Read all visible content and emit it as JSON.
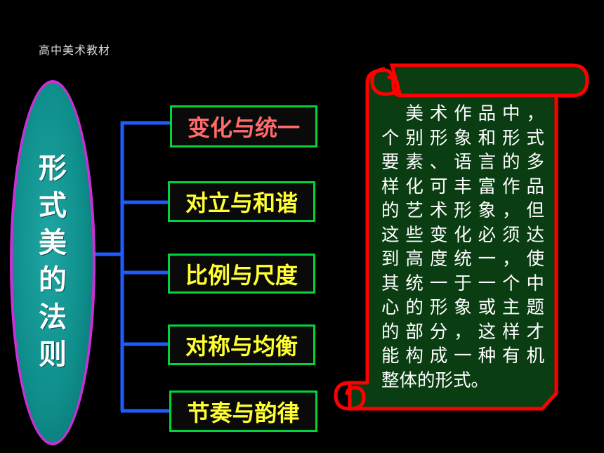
{
  "header": {
    "title": "高中美术教材"
  },
  "main_title": {
    "chars": [
      "形",
      "式",
      "美",
      "的",
      "法",
      "则"
    ]
  },
  "branches": [
    {
      "label": "变化与统一",
      "active": true
    },
    {
      "label": "对立与和谐",
      "active": false
    },
    {
      "label": "比例与尺度",
      "active": false
    },
    {
      "label": "对称与均衡",
      "active": false
    },
    {
      "label": "节奏与韵律",
      "active": false
    }
  ],
  "scroll": {
    "lines": [
      "　美术作品中，",
      "个别形象和形式",
      "要素、语言的多",
      "样化可丰富作品",
      "的艺术形象，但",
      "这些变化必须达",
      "到高度统一，使",
      "其统一于一个中",
      "心的形象或主题",
      "的部分，这样才",
      "能构成一种有机",
      "整体的形式。"
    ]
  },
  "colors": {
    "background": "#000000",
    "ellipse_fill": "#0f8f8c",
    "ellipse_border": "#cc2fd6",
    "connector": "#1f5cff",
    "box_border": "#00d43a",
    "box_text": "#ffff33",
    "box_text_active": "#ff6b6b",
    "scroll_border": "#ff0000",
    "scroll_fill": "#0a3d12"
  }
}
